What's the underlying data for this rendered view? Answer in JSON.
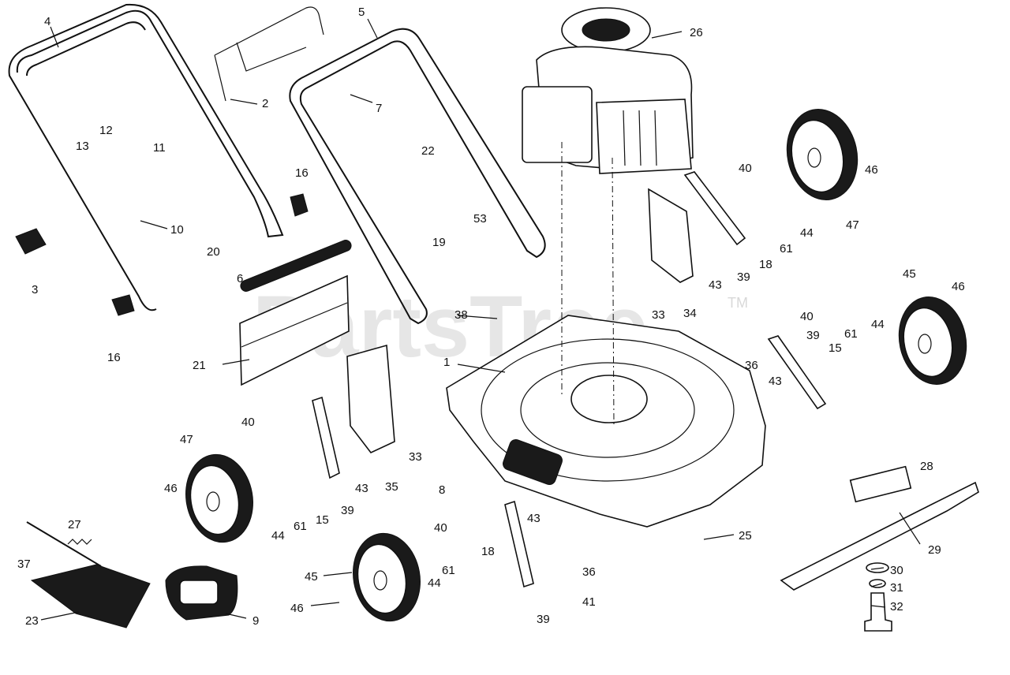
{
  "watermark": {
    "text": "PartsTree",
    "tm": "TM"
  },
  "callouts": [
    {
      "id": "c4",
      "text": "4"
    },
    {
      "id": "c5",
      "text": "5"
    },
    {
      "id": "c26",
      "text": "26"
    },
    {
      "id": "c2",
      "text": "2"
    },
    {
      "id": "c7",
      "text": "7"
    },
    {
      "id": "c12",
      "text": "12"
    },
    {
      "id": "c13",
      "text": "13"
    },
    {
      "id": "c11",
      "text": "11"
    },
    {
      "id": "c22",
      "text": "22"
    },
    {
      "id": "c16a",
      "text": "16"
    },
    {
      "id": "c10",
      "text": "10"
    },
    {
      "id": "c3",
      "text": "3"
    },
    {
      "id": "c16b",
      "text": "16"
    },
    {
      "id": "c20",
      "text": "20"
    },
    {
      "id": "c6",
      "text": "6"
    },
    {
      "id": "c21",
      "text": "21"
    },
    {
      "id": "c53",
      "text": "53"
    },
    {
      "id": "c19",
      "text": "19"
    },
    {
      "id": "c38",
      "text": "38"
    },
    {
      "id": "c1",
      "text": "1"
    },
    {
      "id": "c40a",
      "text": "40"
    },
    {
      "id": "c33a",
      "text": "33"
    },
    {
      "id": "c34",
      "text": "34"
    },
    {
      "id": "c43a",
      "text": "43"
    },
    {
      "id": "c39a",
      "text": "39"
    },
    {
      "id": "c18a",
      "text": "18"
    },
    {
      "id": "c61a",
      "text": "61"
    },
    {
      "id": "c44a",
      "text": "44"
    },
    {
      "id": "c47a",
      "text": "47"
    },
    {
      "id": "c46a",
      "text": "46"
    },
    {
      "id": "c45a",
      "text": "45"
    },
    {
      "id": "c46b",
      "text": "46"
    },
    {
      "id": "c40b",
      "text": "40"
    },
    {
      "id": "c39b",
      "text": "39"
    },
    {
      "id": "c61b",
      "text": "61"
    },
    {
      "id": "c44b",
      "text": "44"
    },
    {
      "id": "c15a",
      "text": "15"
    },
    {
      "id": "c36a",
      "text": "36"
    },
    {
      "id": "c43b",
      "text": "43"
    },
    {
      "id": "c40c",
      "text": "40"
    },
    {
      "id": "c33b",
      "text": "33"
    },
    {
      "id": "c47b",
      "text": "47"
    },
    {
      "id": "c46c",
      "text": "46"
    },
    {
      "id": "c43c",
      "text": "43"
    },
    {
      "id": "c35",
      "text": "35"
    },
    {
      "id": "c39c",
      "text": "39"
    },
    {
      "id": "c15b",
      "text": "15"
    },
    {
      "id": "c61c",
      "text": "61"
    },
    {
      "id": "c44c",
      "text": "44"
    },
    {
      "id": "c8",
      "text": "8"
    },
    {
      "id": "c40d",
      "text": "40"
    },
    {
      "id": "c43d",
      "text": "43"
    },
    {
      "id": "c18b",
      "text": "18"
    },
    {
      "id": "c61d",
      "text": "61"
    },
    {
      "id": "c44d",
      "text": "44"
    },
    {
      "id": "c36b",
      "text": "36"
    },
    {
      "id": "c41",
      "text": "41"
    },
    {
      "id": "c39d",
      "text": "39"
    },
    {
      "id": "c25",
      "text": "25"
    },
    {
      "id": "c28",
      "text": "28"
    },
    {
      "id": "c29",
      "text": "29"
    },
    {
      "id": "c30",
      "text": "30"
    },
    {
      "id": "c31",
      "text": "31"
    },
    {
      "id": "c32",
      "text": "32"
    },
    {
      "id": "c27",
      "text": "27"
    },
    {
      "id": "c37",
      "text": "37"
    },
    {
      "id": "c23",
      "text": "23"
    },
    {
      "id": "c9",
      "text": "9"
    },
    {
      "id": "c45b",
      "text": "45"
    },
    {
      "id": "c46d",
      "text": "46"
    }
  ]
}
